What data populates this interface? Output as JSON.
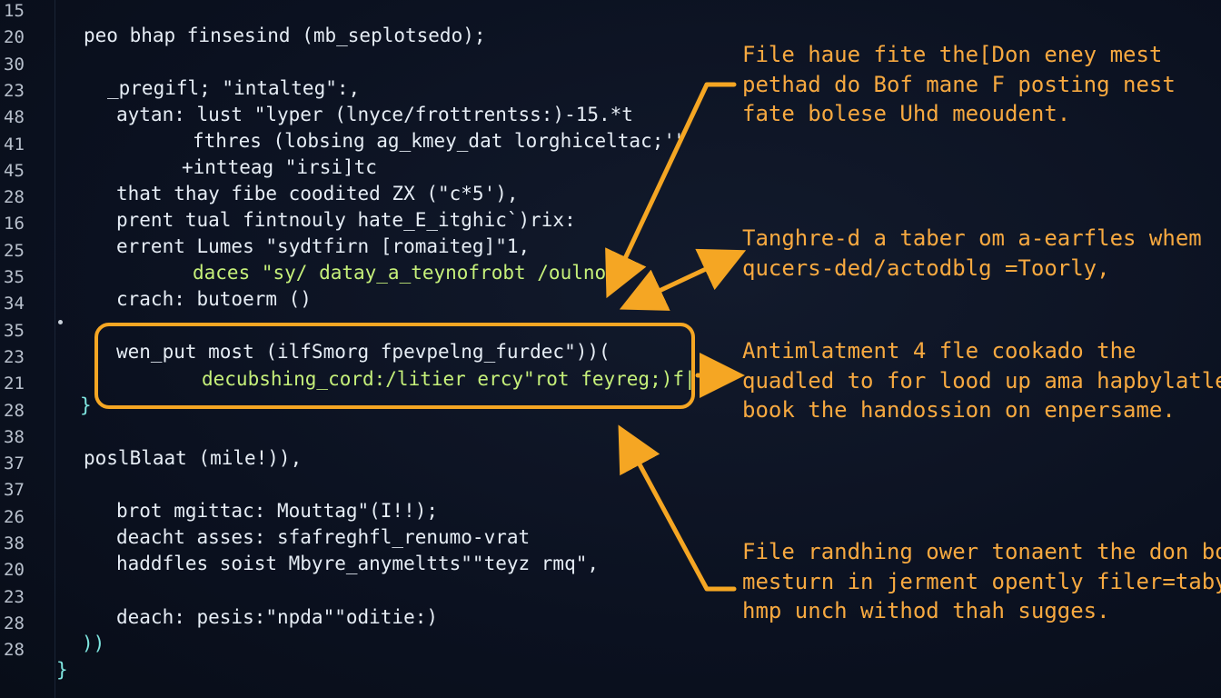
{
  "line_numbers": [
    "15",
    "20",
    "30",
    "23",
    "48",
    "41",
    "45",
    "28",
    "16",
    "25",
    "35",
    "34",
    "35",
    "23",
    "21",
    "28",
    "38",
    "37",
    "37",
    "26",
    "38",
    "20",
    "23",
    "28",
    "28"
  ],
  "code_lines": [
    {
      "text": "peo bhap finsesind (mb_seplotsedo);",
      "color": "white"
    },
    {
      "text": "_pregifl; \"intalteg\":,",
      "color": "white"
    },
    {
      "text": "aytan: lust \"lyper (lnyce/frottrentss:)-15.*t",
      "color": "white"
    },
    {
      "text": "fthres (lobsing ag_kmey_dat lorghiceltac;'\"",
      "color": "white"
    },
    {
      "text": "+intteag \"irsi]tc",
      "color": "white"
    },
    {
      "text": "that thay fibe coodited ZX (\"c*5'),",
      "color": "white"
    },
    {
      "text": "prent tual fintnouly hate_E_itghic`)rix:",
      "color": "white"
    },
    {
      "text": "errent Lumes \"sydtfirn [romaiteg]\"1,",
      "color": "white"
    },
    {
      "text": "daces \"sy/ datay_a_teynofrobt /oulnony",
      "color": "green"
    },
    {
      "text": "crach: butoerm ()",
      "color": "white"
    },
    {
      "text": "wen_put most (ilfSmorg fpevpelng_furdec\"))(",
      "color": "white"
    },
    {
      "text": "decubshing_cord:/litier ercy\"rot feyreg;)f|",
      "color": "green"
    },
    {
      "text": "}",
      "color": "cyan"
    },
    {
      "text": "poslBlaat (mile!)),",
      "color": "white"
    },
    {
      "text": "brot mgittac: Mouttag\"(I!!);",
      "color": "white"
    },
    {
      "text": "deacht asses: sfafreghfl_renumo-vrat",
      "color": "white"
    },
    {
      "text": "haddfles soist Mbyre_anymeltts\"\"teyz rmq\",",
      "color": "white"
    },
    {
      "text": "deach: pesis:\"npda\"\"oditie:)",
      "color": "white"
    },
    {
      "text": "))",
      "color": "cyan"
    },
    {
      "text": "}",
      "color": "cyan"
    }
  ],
  "annotations": [
    {
      "text": "File haue fite the[Don eney mest\npethad do Bof mane F posting nest\nfate bolese Uhd meoudent."
    },
    {
      "text": "Tanghre-d a taber om a-earfles whem\nqucers-ded/actodblg =Toorly,"
    },
    {
      "text": "Antimlatment 4 fle cookado the\nquadled to for lood up ama hapbylatler\nbook the handossion on enpersame."
    },
    {
      "text": "File randhing ower tonaent the don bo\nmesturn in jerment opently filer=taby,\nhmp unch withod thah sugges."
    }
  ],
  "colors": {
    "background": "#0b1120",
    "accent_orange": "#f5a623",
    "code_white": "#e6edf5",
    "code_cyan": "#7fe6e0",
    "code_green": "#c6f07a"
  }
}
